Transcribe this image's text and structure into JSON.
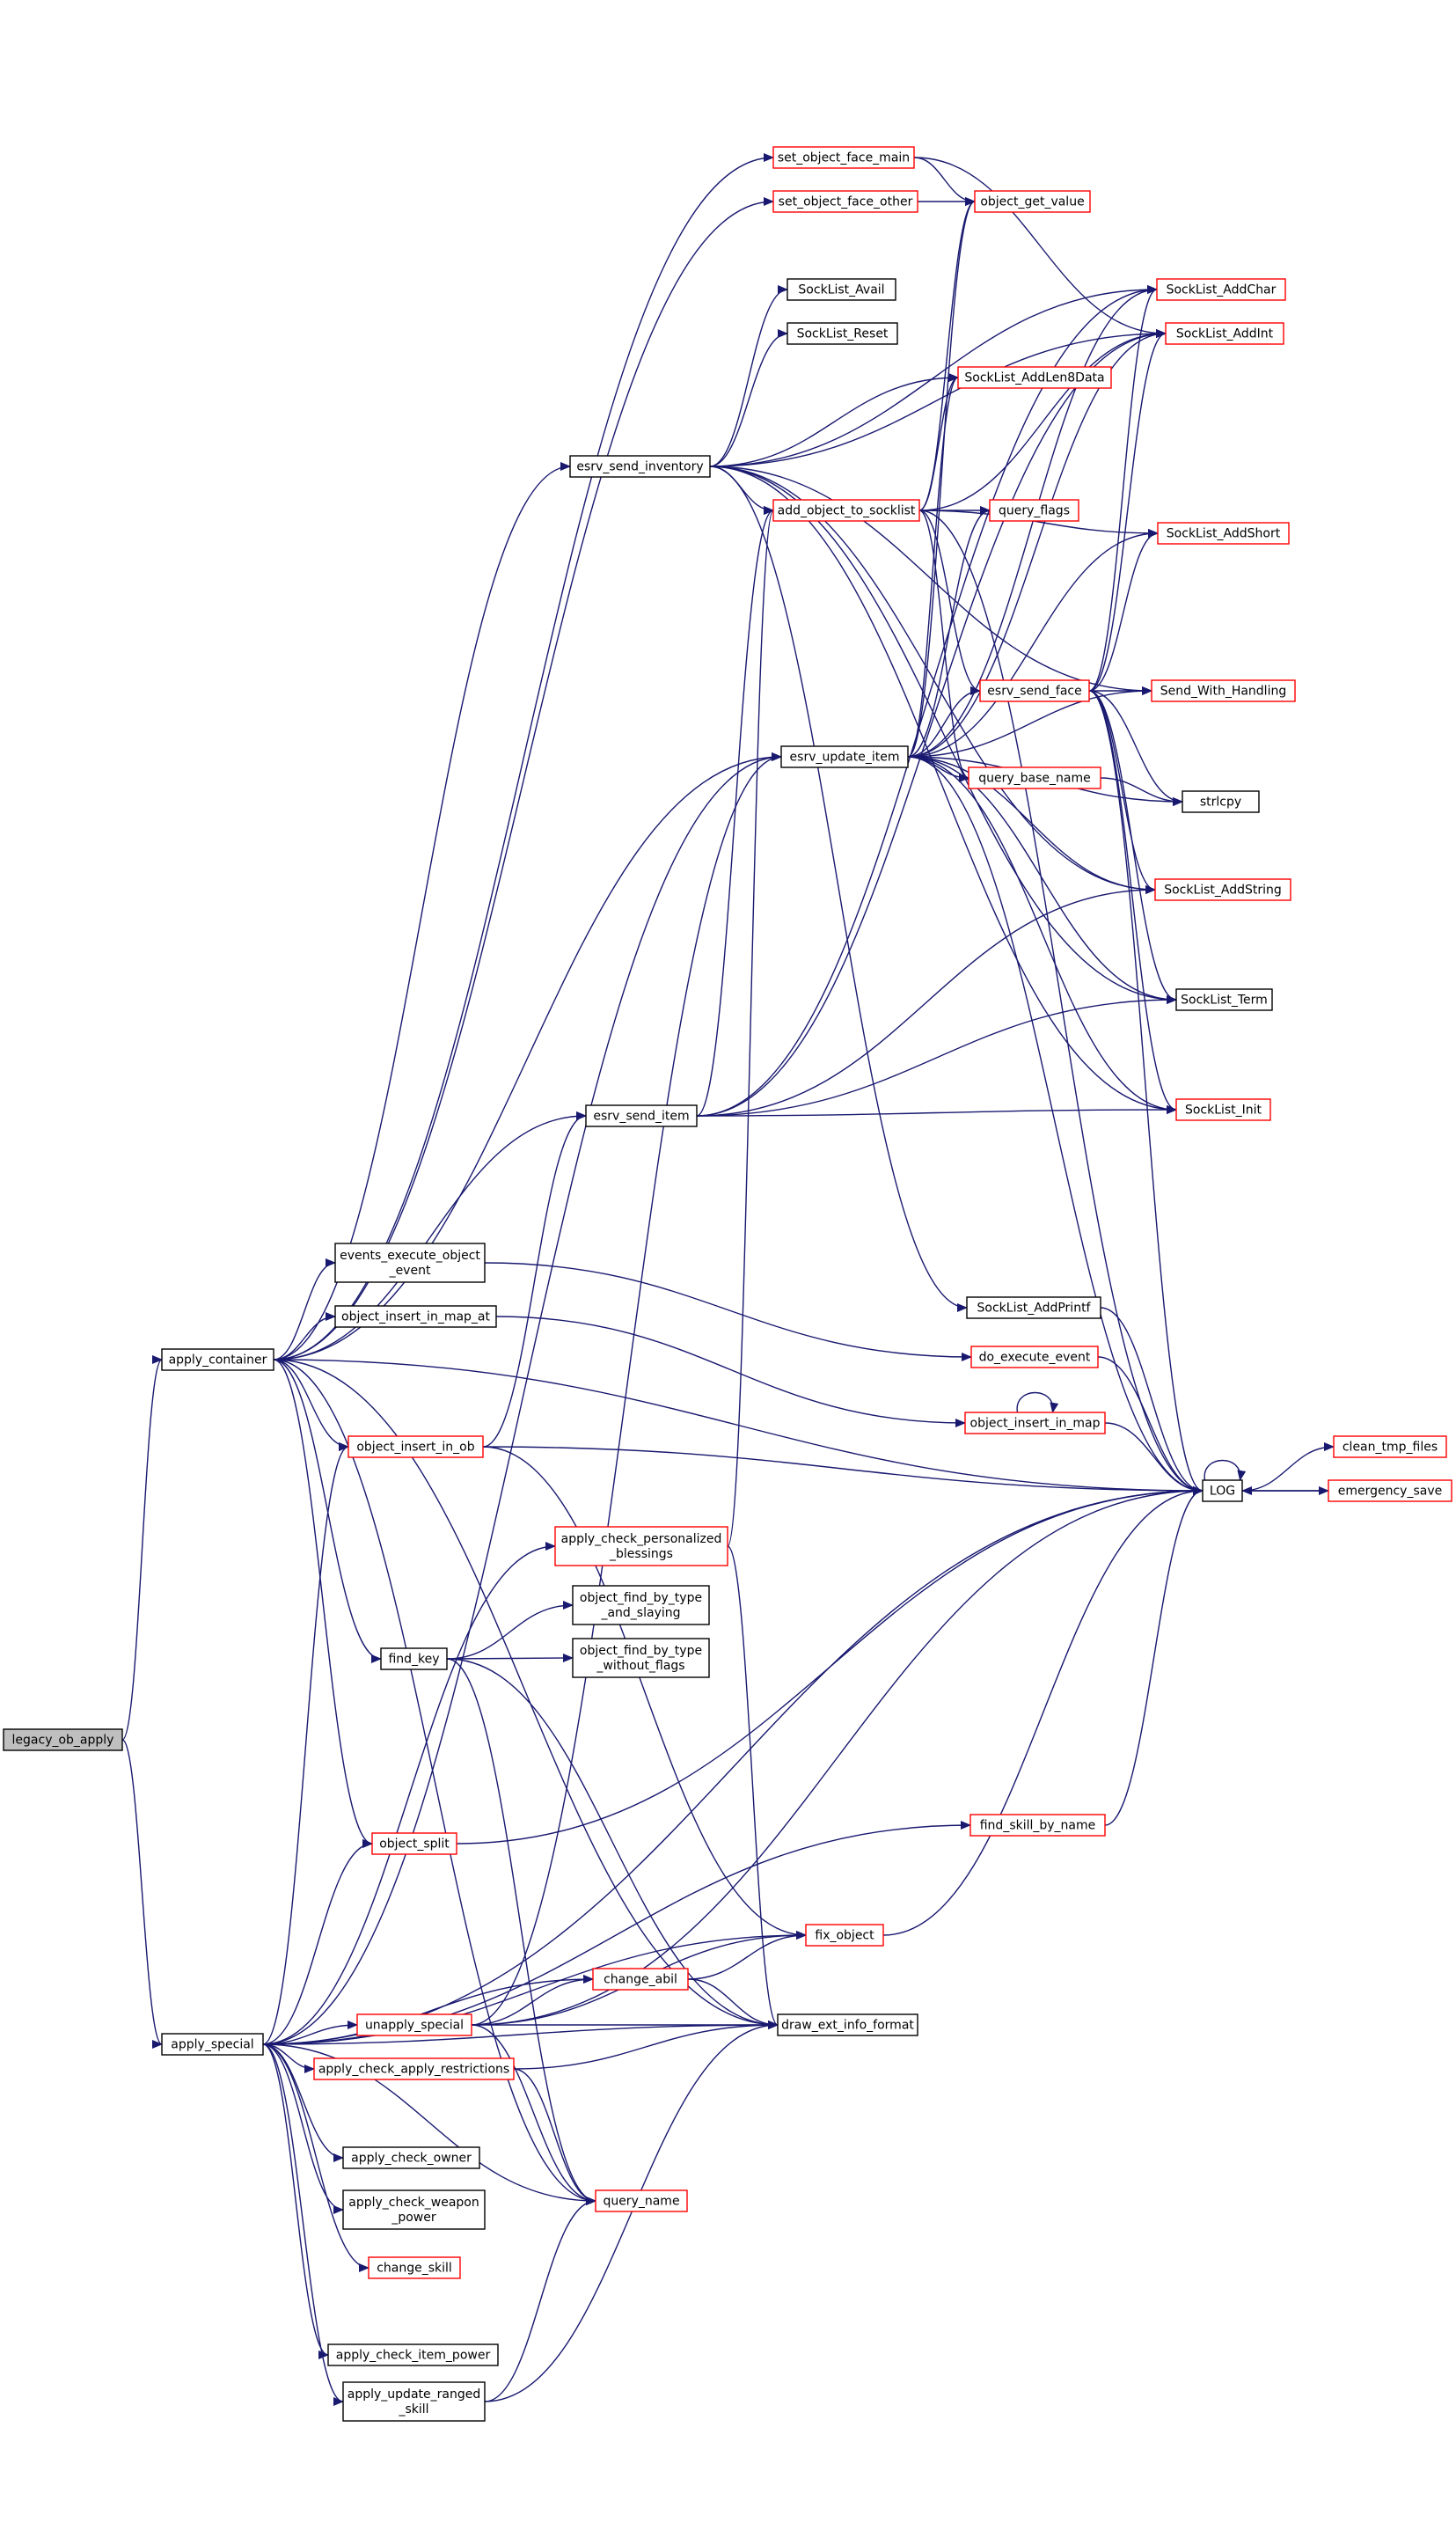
{
  "graph": {
    "colors": {
      "edge": "#191970",
      "arrowhead": "#191970",
      "node_border_normal": "#000000",
      "node_border_truncated": "#ff0000",
      "node_fill_root": "#bfbfbf",
      "node_fill": "#ffffff",
      "text": "#000000"
    },
    "nodes": [
      {
        "id": "legacy_ob_apply",
        "lines": [
          "legacy_ob_apply"
        ],
        "kind": "root"
      },
      {
        "id": "apply_container",
        "lines": [
          "apply_container"
        ],
        "kind": "normal"
      },
      {
        "id": "apply_special",
        "lines": [
          "apply_special"
        ],
        "kind": "normal"
      },
      {
        "id": "set_object_face_main",
        "lines": [
          "set_object_face_main"
        ],
        "kind": "truncated"
      },
      {
        "id": "set_object_face_other",
        "lines": [
          "set_object_face_other"
        ],
        "kind": "truncated"
      },
      {
        "id": "object_get_value",
        "lines": [
          "object_get_value"
        ],
        "kind": "truncated"
      },
      {
        "id": "SockList_AddChar",
        "lines": [
          "SockList_AddChar"
        ],
        "kind": "truncated"
      },
      {
        "id": "SockList_Avail",
        "lines": [
          "SockList_Avail"
        ],
        "kind": "normal"
      },
      {
        "id": "SockList_AddInt",
        "lines": [
          "SockList_AddInt"
        ],
        "kind": "truncated"
      },
      {
        "id": "SockList_Reset",
        "lines": [
          "SockList_Reset"
        ],
        "kind": "normal"
      },
      {
        "id": "SockList_AddLen8Data",
        "lines": [
          "SockList_AddLen8Data"
        ],
        "kind": "truncated"
      },
      {
        "id": "esrv_send_inventory",
        "lines": [
          "esrv_send_inventory"
        ],
        "kind": "normal"
      },
      {
        "id": "add_object_to_socklist",
        "lines": [
          "add_object_to_socklist"
        ],
        "kind": "truncated"
      },
      {
        "id": "query_flags",
        "lines": [
          "query_flags"
        ],
        "kind": "truncated"
      },
      {
        "id": "SockList_AddShort",
        "lines": [
          "SockList_AddShort"
        ],
        "kind": "truncated"
      },
      {
        "id": "esrv_send_face",
        "lines": [
          "esrv_send_face"
        ],
        "kind": "truncated"
      },
      {
        "id": "Send_With_Handling",
        "lines": [
          "Send_With_Handling"
        ],
        "kind": "truncated"
      },
      {
        "id": "esrv_update_item",
        "lines": [
          "esrv_update_item"
        ],
        "kind": "normal"
      },
      {
        "id": "query_base_name",
        "lines": [
          "query_base_name"
        ],
        "kind": "truncated"
      },
      {
        "id": "strlcpy",
        "lines": [
          "strlcpy"
        ],
        "kind": "normal"
      },
      {
        "id": "SockList_AddString",
        "lines": [
          "SockList_AddString"
        ],
        "kind": "truncated"
      },
      {
        "id": "SockList_Term",
        "lines": [
          "SockList_Term"
        ],
        "kind": "normal"
      },
      {
        "id": "esrv_send_item",
        "lines": [
          "esrv_send_item"
        ],
        "kind": "normal"
      },
      {
        "id": "SockList_Init",
        "lines": [
          "SockList_Init"
        ],
        "kind": "truncated"
      },
      {
        "id": "events_execute_object_event",
        "lines": [
          "events_execute_object",
          "_event"
        ],
        "kind": "normal"
      },
      {
        "id": "SockList_AddPrintf",
        "lines": [
          "SockList_AddPrintf"
        ],
        "kind": "normal"
      },
      {
        "id": "object_insert_in_map_at",
        "lines": [
          "object_insert_in_map_at"
        ],
        "kind": "normal"
      },
      {
        "id": "do_execute_event",
        "lines": [
          "do_execute_event"
        ],
        "kind": "truncated"
      },
      {
        "id": "object_insert_in_map",
        "lines": [
          "object_insert_in_map"
        ],
        "kind": "truncated"
      },
      {
        "id": "object_insert_in_ob",
        "lines": [
          "object_insert_in_ob"
        ],
        "kind": "truncated"
      },
      {
        "id": "clean_tmp_files",
        "lines": [
          "clean_tmp_files"
        ],
        "kind": "truncated"
      },
      {
        "id": "LOG",
        "lines": [
          "LOG"
        ],
        "kind": "normal"
      },
      {
        "id": "emergency_save",
        "lines": [
          "emergency_save"
        ],
        "kind": "truncated"
      },
      {
        "id": "apply_check_personalized_blessings",
        "lines": [
          "apply_check_personalized",
          "_blessings"
        ],
        "kind": "truncated"
      },
      {
        "id": "object_find_by_type_and_slaying",
        "lines": [
          "object_find_by_type",
          "_and_slaying"
        ],
        "kind": "normal"
      },
      {
        "id": "find_key",
        "lines": [
          "find_key"
        ],
        "kind": "normal"
      },
      {
        "id": "object_find_by_type_without_flags",
        "lines": [
          "object_find_by_type",
          "_without_flags"
        ],
        "kind": "normal"
      },
      {
        "id": "find_skill_by_name",
        "lines": [
          "find_skill_by_name"
        ],
        "kind": "truncated"
      },
      {
        "id": "object_split",
        "lines": [
          "object_split"
        ],
        "kind": "truncated"
      },
      {
        "id": "fix_object",
        "lines": [
          "fix_object"
        ],
        "kind": "truncated"
      },
      {
        "id": "change_abil",
        "lines": [
          "change_abil"
        ],
        "kind": "truncated"
      },
      {
        "id": "unapply_special",
        "lines": [
          "unapply_special"
        ],
        "kind": "truncated"
      },
      {
        "id": "draw_ext_info_format",
        "lines": [
          "draw_ext_info_format"
        ],
        "kind": "normal"
      },
      {
        "id": "apply_check_apply_restrictions",
        "lines": [
          "apply_check_apply_restrictions"
        ],
        "kind": "truncated"
      },
      {
        "id": "apply_check_owner",
        "lines": [
          "apply_check_owner"
        ],
        "kind": "normal"
      },
      {
        "id": "apply_check_weapon_power",
        "lines": [
          "apply_check_weapon",
          "_power"
        ],
        "kind": "normal"
      },
      {
        "id": "query_name",
        "lines": [
          "query_name"
        ],
        "kind": "truncated"
      },
      {
        "id": "change_skill",
        "lines": [
          "change_skill"
        ],
        "kind": "truncated"
      },
      {
        "id": "apply_check_item_power",
        "lines": [
          "apply_check_item_power"
        ],
        "kind": "normal"
      },
      {
        "id": "apply_update_ranged_skill",
        "lines": [
          "apply_update_ranged",
          "_skill"
        ],
        "kind": "normal"
      }
    ],
    "edges": [
      [
        "legacy_ob_apply",
        "apply_container"
      ],
      [
        "legacy_ob_apply",
        "apply_special"
      ],
      [
        "apply_container",
        "set_object_face_main"
      ],
      [
        "apply_container",
        "set_object_face_other"
      ],
      [
        "apply_container",
        "esrv_send_inventory"
      ],
      [
        "apply_container",
        "esrv_update_item"
      ],
      [
        "apply_container",
        "esrv_send_item"
      ],
      [
        "apply_container",
        "events_execute_object_event"
      ],
      [
        "apply_container",
        "object_insert_in_map_at"
      ],
      [
        "apply_container",
        "LOG"
      ],
      [
        "apply_container",
        "object_insert_in_ob"
      ],
      [
        "apply_container",
        "find_key"
      ],
      [
        "apply_container",
        "object_split"
      ],
      [
        "apply_container",
        "draw_ext_info_format"
      ],
      [
        "apply_container",
        "query_name"
      ],
      [
        "set_object_face_main",
        "object_get_value"
      ],
      [
        "set_object_face_main",
        "SockList_AddInt"
      ],
      [
        "set_object_face_other",
        "object_get_value"
      ],
      [
        "esrv_send_inventory",
        "SockList_Avail"
      ],
      [
        "esrv_send_inventory",
        "SockList_Reset"
      ],
      [
        "esrv_send_inventory",
        "SockList_AddChar"
      ],
      [
        "esrv_send_inventory",
        "SockList_AddInt"
      ],
      [
        "esrv_send_inventory",
        "add_object_to_socklist"
      ],
      [
        "esrv_send_inventory",
        "SockList_AddPrintf"
      ],
      [
        "esrv_send_inventory",
        "SockList_AddString"
      ],
      [
        "esrv_send_inventory",
        "SockList_Term"
      ],
      [
        "esrv_send_inventory",
        "SockList_Init"
      ],
      [
        "esrv_send_inventory",
        "Send_With_Handling"
      ],
      [
        "esrv_send_inventory",
        "SockList_AddLen8Data"
      ],
      [
        "add_object_to_socklist",
        "object_get_value"
      ],
      [
        "add_object_to_socklist",
        "SockList_AddInt"
      ],
      [
        "add_object_to_socklist",
        "SockList_AddLen8Data"
      ],
      [
        "add_object_to_socklist",
        "query_flags"
      ],
      [
        "add_object_to_socklist",
        "esrv_send_face"
      ],
      [
        "add_object_to_socklist",
        "query_base_name"
      ],
      [
        "add_object_to_socklist",
        "SockList_AddShort"
      ],
      [
        "add_object_to_socklist",
        "LOG"
      ],
      [
        "esrv_send_face",
        "SockList_AddChar"
      ],
      [
        "esrv_send_face",
        "SockList_AddInt"
      ],
      [
        "esrv_send_face",
        "SockList_AddShort"
      ],
      [
        "esrv_send_face",
        "Send_With_Handling"
      ],
      [
        "esrv_send_face",
        "strlcpy"
      ],
      [
        "esrv_send_face",
        "SockList_AddString"
      ],
      [
        "esrv_send_face",
        "SockList_Term"
      ],
      [
        "esrv_send_face",
        "SockList_Init"
      ],
      [
        "esrv_send_face",
        "LOG"
      ],
      [
        "esrv_update_item",
        "object_get_value"
      ],
      [
        "esrv_update_item",
        "SockList_AddChar"
      ],
      [
        "esrv_update_item",
        "SockList_AddInt"
      ],
      [
        "esrv_update_item",
        "SockList_AddLen8Data"
      ],
      [
        "esrv_update_item",
        "query_flags"
      ],
      [
        "esrv_update_item",
        "esrv_send_face"
      ],
      [
        "esrv_update_item",
        "query_base_name"
      ],
      [
        "esrv_update_item",
        "SockList_AddShort"
      ],
      [
        "esrv_update_item",
        "Send_With_Handling"
      ],
      [
        "esrv_update_item",
        "strlcpy"
      ],
      [
        "esrv_update_item",
        "SockList_AddString"
      ],
      [
        "esrv_update_item",
        "SockList_Term"
      ],
      [
        "esrv_update_item",
        "SockList_Init"
      ],
      [
        "esrv_update_item",
        "LOG"
      ],
      [
        "query_base_name",
        "strlcpy"
      ],
      [
        "esrv_send_item",
        "add_object_to_socklist"
      ],
      [
        "esrv_send_item",
        "SockList_AddString"
      ],
      [
        "esrv_send_item",
        "SockList_Term"
      ],
      [
        "esrv_send_item",
        "SockList_Init"
      ],
      [
        "esrv_send_item",
        "SockList_AddChar"
      ],
      [
        "esrv_send_item",
        "SockList_AddInt"
      ],
      [
        "events_execute_object_event",
        "do_execute_event"
      ],
      [
        "object_insert_in_map_at",
        "object_insert_in_map"
      ],
      [
        "do_execute_event",
        "LOG"
      ],
      [
        "object_insert_in_map",
        "object_insert_in_map"
      ],
      [
        "object_insert_in_map",
        "LOG"
      ],
      [
        "SockList_AddPrintf",
        "LOG"
      ],
      [
        "object_insert_in_ob",
        "esrv_send_item"
      ],
      [
        "object_insert_in_ob",
        "LOG"
      ],
      [
        "object_insert_in_ob",
        "fix_object"
      ],
      [
        "LOG",
        "clean_tmp_files"
      ],
      [
        "LOG",
        "emergency_save"
      ],
      [
        "LOG",
        "LOG"
      ],
      [
        "emergency_save",
        "LOG"
      ],
      [
        "apply_check_personalized_blessings",
        "add_object_to_socklist"
      ],
      [
        "apply_check_personalized_blessings",
        "draw_ext_info_format"
      ],
      [
        "find_key",
        "object_find_by_type_and_slaying"
      ],
      [
        "find_key",
        "object_find_by_type_without_flags"
      ],
      [
        "find_key",
        "draw_ext_info_format"
      ],
      [
        "find_key",
        "query_name"
      ],
      [
        "find_skill_by_name",
        "LOG"
      ],
      [
        "object_split",
        "LOG"
      ],
      [
        "fix_object",
        "LOG"
      ],
      [
        "change_abil",
        "fix_object"
      ],
      [
        "change_abil",
        "draw_ext_info_format"
      ],
      [
        "unapply_special",
        "esrv_update_item"
      ],
      [
        "unapply_special",
        "change_abil"
      ],
      [
        "unapply_special",
        "fix_object"
      ],
      [
        "unapply_special",
        "draw_ext_info_format"
      ],
      [
        "unapply_special",
        "query_name"
      ],
      [
        "unapply_special",
        "LOG"
      ],
      [
        "apply_check_apply_restrictions",
        "draw_ext_info_format"
      ],
      [
        "apply_check_apply_restrictions",
        "query_name"
      ],
      [
        "apply_update_ranged_skill",
        "draw_ext_info_format"
      ],
      [
        "apply_update_ranged_skill",
        "query_name"
      ],
      [
        "apply_special",
        "esrv_update_item"
      ],
      [
        "apply_special",
        "object_insert_in_ob"
      ],
      [
        "apply_special",
        "apply_check_personalized_blessings"
      ],
      [
        "apply_special",
        "object_split"
      ],
      [
        "apply_special",
        "find_skill_by_name"
      ],
      [
        "apply_special",
        "fix_object"
      ],
      [
        "apply_special",
        "change_abil"
      ],
      [
        "apply_special",
        "unapply_special"
      ],
      [
        "apply_special",
        "draw_ext_info_format"
      ],
      [
        "apply_special",
        "apply_check_apply_restrictions"
      ],
      [
        "apply_special",
        "apply_check_owner"
      ],
      [
        "apply_special",
        "apply_check_weapon_power"
      ],
      [
        "apply_special",
        "query_name"
      ],
      [
        "apply_special",
        "change_skill"
      ],
      [
        "apply_special",
        "apply_check_item_power"
      ],
      [
        "apply_special",
        "apply_update_ranged_skill"
      ],
      [
        "apply_special",
        "LOG"
      ]
    ]
  }
}
